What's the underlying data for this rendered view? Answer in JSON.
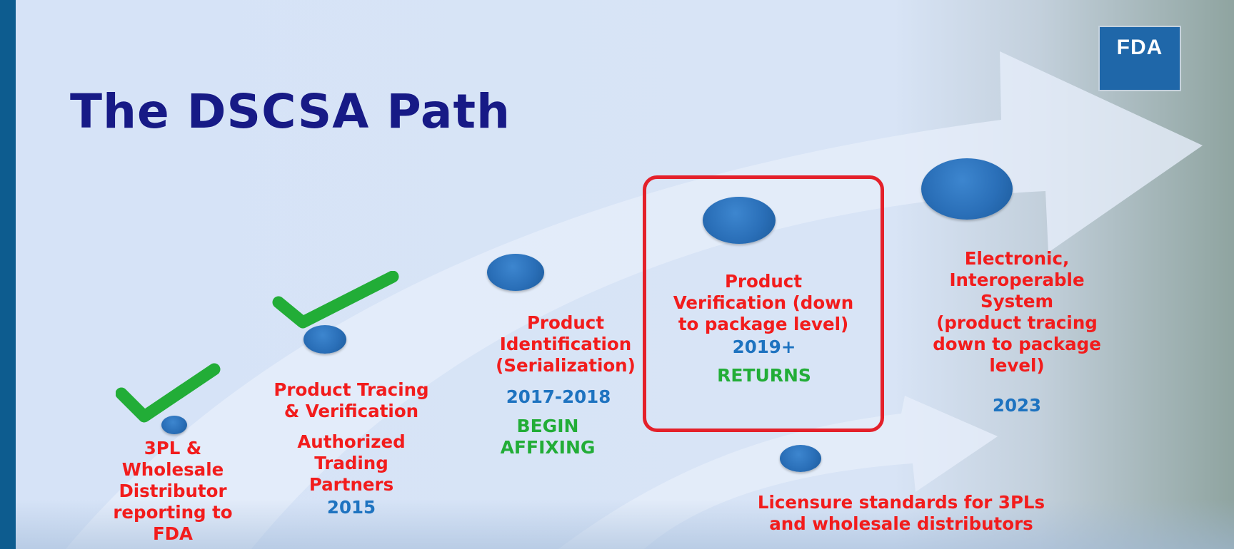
{
  "title": "The DSCSA Path",
  "logo": {
    "text": "FDA",
    "color": "#1f67a9"
  },
  "colors": {
    "heading": "#171a86",
    "milestone_text": "#f21c1c",
    "year_text": "#1e73c0",
    "status_text": "#22ad37",
    "highlight_border": "#e4202a",
    "checkmark": "#22ad37"
  },
  "milestones": [
    {
      "lines": [
        "3PL &",
        "Wholesale",
        "Distributor",
        "reporting to",
        "FDA"
      ],
      "completed": true
    },
    {
      "lines": [
        "Product Tracing",
        "& Verification"
      ],
      "sub_lines": [
        "Authorized",
        "Trading",
        "Partners"
      ],
      "year": "2015",
      "completed": true
    },
    {
      "lines": [
        "Product",
        "Identification",
        "(Serialization)"
      ],
      "year": "2017-2018",
      "status": [
        "BEGIN",
        "AFFIXING"
      ]
    },
    {
      "lines": [
        "Product",
        "Verification (down",
        "to package level)"
      ],
      "year": "2019+",
      "status": [
        "RETURNS"
      ],
      "highlighted": true
    },
    {
      "lines": [
        "Electronic,",
        "Interoperable",
        "System",
        "(product tracing",
        "down to package",
        "level)"
      ],
      "year": "2023"
    }
  ],
  "side_track": {
    "lines": [
      "Licensure standards for 3PLs",
      "and wholesale distributors"
    ]
  }
}
